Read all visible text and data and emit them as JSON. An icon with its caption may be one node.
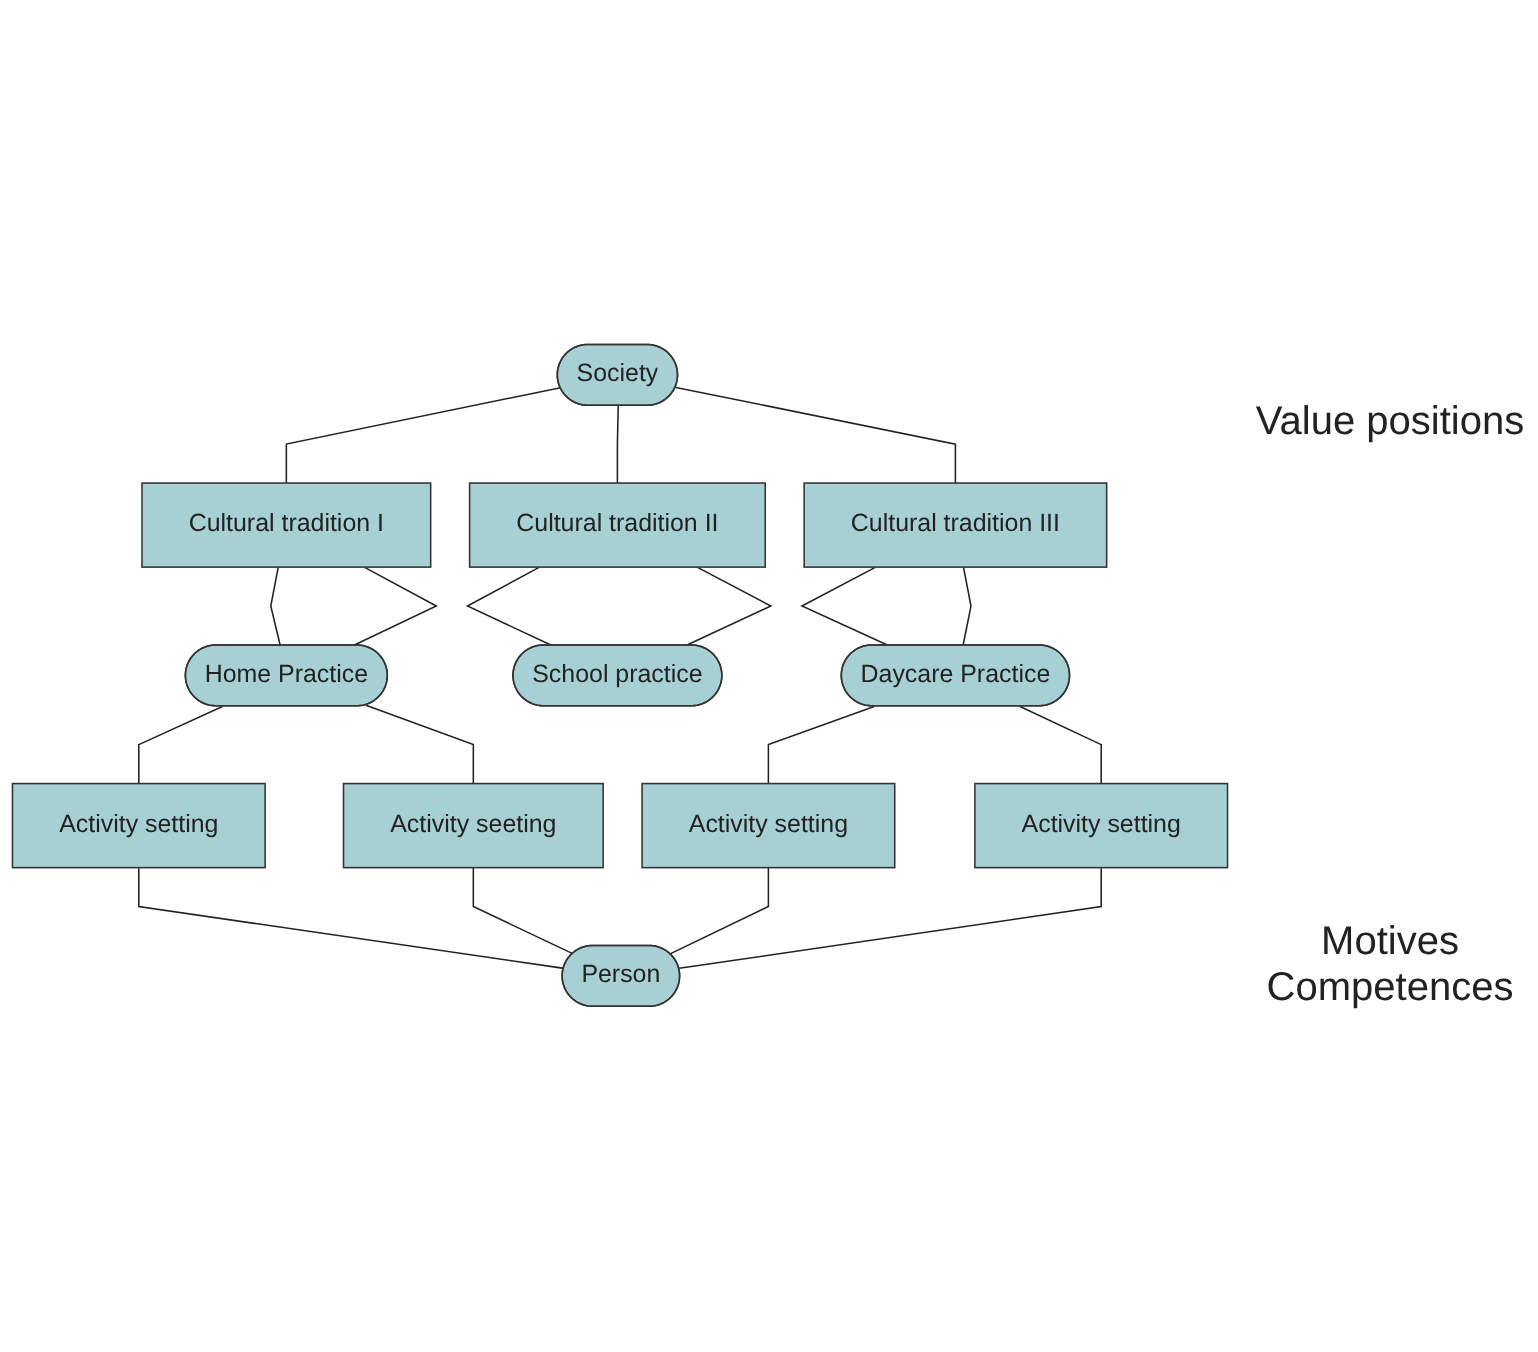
{
  "diagram": {
    "nodes": [
      {
        "text": [
          "Society"
        ]
      },
      {
        "text": [
          "Cultural tradition I"
        ]
      },
      {
        "text": [
          "Cultural tradition II"
        ]
      },
      {
        "text": [
          "Cultural tradition III"
        ]
      },
      {
        "text": [
          "Home Practice"
        ]
      },
      {
        "text": [
          "School practice"
        ]
      },
      {
        "text": [
          "Daycare Practice"
        ]
      },
      {
        "text": [
          "Activity setting"
        ]
      },
      {
        "text": [
          "Activity seeting"
        ]
      },
      {
        "text": [
          "Activity setting"
        ]
      },
      {
        "text": [
          "Activity setting"
        ]
      },
      {
        "text": [
          "Person"
        ]
      }
    ],
    "edges": [
      {
        "from": 0,
        "to": 1,
        "arrow": "none"
      },
      {
        "from": 0,
        "to": 2,
        "arrow": "none"
      },
      {
        "from": 0,
        "to": 3,
        "arrow": "none"
      },
      {
        "from": 1,
        "to": 4,
        "arrow": "none"
      },
      {
        "from": 1,
        "to": 4,
        "arrow": "none"
      },
      {
        "from": 2,
        "to": 5,
        "arrow": "none"
      },
      {
        "from": 2,
        "to": 5,
        "arrow": "none"
      },
      {
        "from": 3,
        "to": 6,
        "arrow": "none"
      },
      {
        "from": 3,
        "to": 6,
        "arrow": "none"
      },
      {
        "from": 4,
        "to": 7,
        "arrow": "none"
      },
      {
        "from": 4,
        "to": 8,
        "arrow": "none"
      },
      {
        "from": 6,
        "to": 9,
        "arrow": "none"
      },
      {
        "from": 6,
        "to": 10,
        "arrow": "none"
      },
      {
        "from": 7,
        "to": 11,
        "arrow": "none"
      },
      {
        "from": 8,
        "to": 11,
        "arrow": "none"
      },
      {
        "from": 9,
        "to": 11,
        "arrow": "none"
      },
      {
        "from": 10,
        "to": 11,
        "arrow": "none"
      }
    ],
    "labels": [
      "Value positions",
      "Motives Competences"
    ]
  }
}
